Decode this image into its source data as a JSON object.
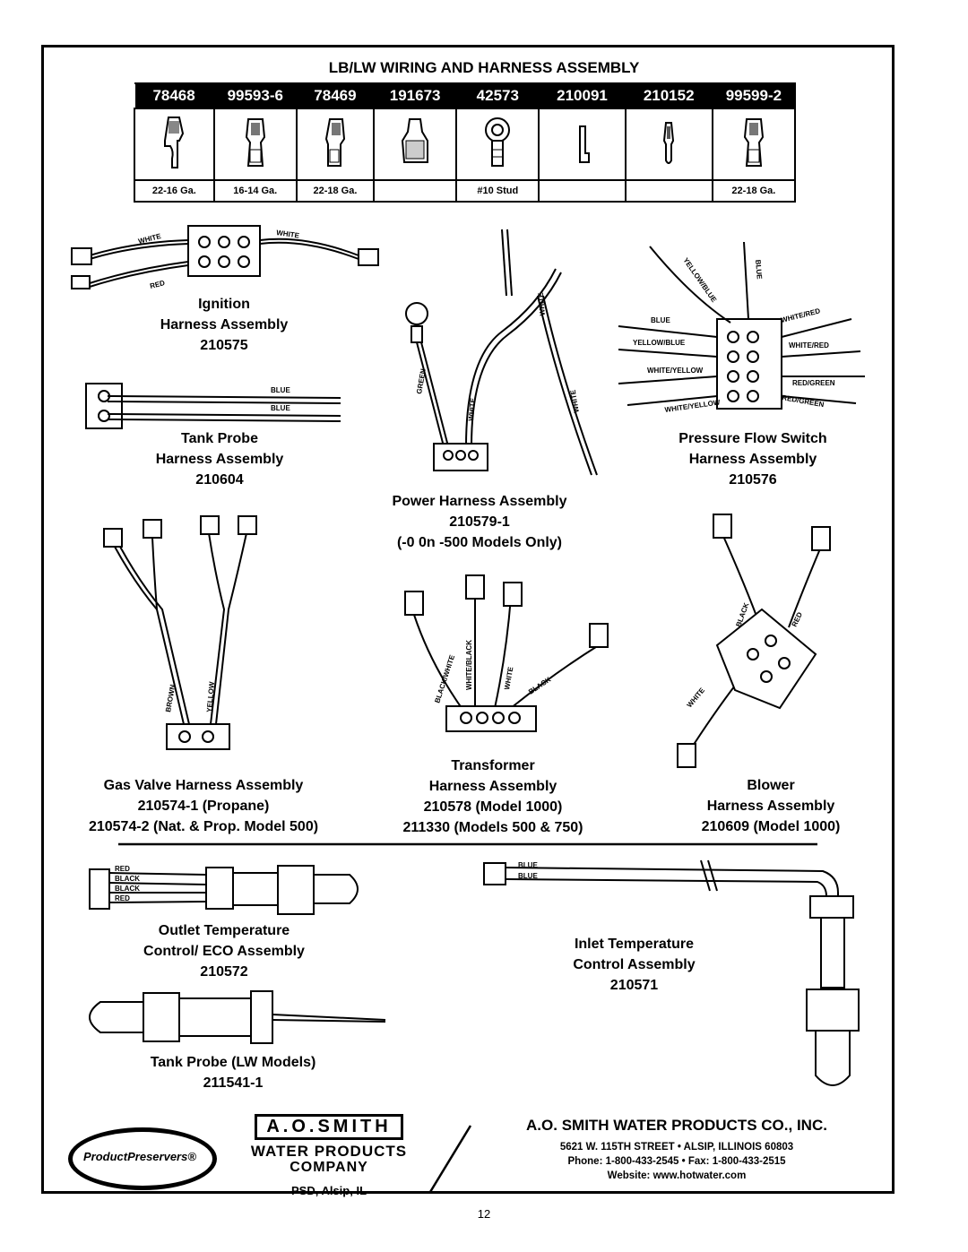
{
  "title": "LB/LW WIRING AND HARNESS ASSEMBLY",
  "parts_table": {
    "part_numbers": [
      "78468",
      "99593-6",
      "78469",
      "191673",
      "42573",
      "210091",
      "210152",
      "99599-2"
    ],
    "gauges": [
      "22-16 Ga.",
      "16-14 Ga.",
      "22-18 Ga.",
      "",
      "#10 Stud",
      "",
      "",
      "22-18 Ga."
    ]
  },
  "wire_labels": {
    "white": "WHITE",
    "red": "RED",
    "blue": "BLUE",
    "green": "GREEN",
    "black": "BLACK",
    "brown": "BROWN",
    "yellow": "YELLOW",
    "yellow_blue": "YELLOW/BLUE",
    "white_red": "WHITE/RED",
    "white_yellow": "WHITE/YELLOW",
    "red_green": "RED/GREEN",
    "black_white": "BLACK/WHITE",
    "white_black": "WHITE/BLACK"
  },
  "assemblies": {
    "ignition": [
      "Ignition",
      "Harness Assembly",
      "210575"
    ],
    "tank_probe": [
      "Tank  Probe",
      "Harness Assembly",
      "210604"
    ],
    "power": [
      "Power Harness Assembly",
      "210579-1",
      "(-0 0n -500 Models Only)"
    ],
    "pressure_flow": [
      "Pressure Flow Switch",
      "Harness Assembly",
      "210576"
    ],
    "gas_valve": [
      "Gas Valve Harness Assembly",
      "210574-1 (Propane)",
      "210574-2 (Nat. & Prop. Model 500)"
    ],
    "transformer": [
      "Transformer",
      "Harness Assembly",
      "210578 (Model 1000)",
      "211330 (Models 500 & 750)"
    ],
    "blower": [
      "Blower",
      "Harness Assembly",
      "210609 (Model 1000)"
    ],
    "outlet_temp": [
      "Outlet  Temperature",
      "Control/ ECO Assembly",
      "210572"
    ],
    "inlet_temp": [
      "Inlet  Temperature",
      "Control Assembly",
      "210571"
    ],
    "tank_probe_lw": [
      "Tank Probe (LW Models)",
      "211541-1"
    ]
  },
  "footer": {
    "logo_text": "ProductPreservers®",
    "brand_line1": "A.O.SMITH",
    "brand_line2": "WATER PRODUCTS",
    "brand_line3": "COMPANY",
    "location": "PSD, Alsip, IL",
    "company": "A.O. SMITH WATER PRODUCTS CO., INC.",
    "address": "5621 W. 115TH STREET • ALSIP, ILLINOIS 60803",
    "phone": "Phone: 1-800-433-2545 • Fax: 1-800-433-2515",
    "website": "Website: www.hotwater.com"
  },
  "page_number": "12"
}
